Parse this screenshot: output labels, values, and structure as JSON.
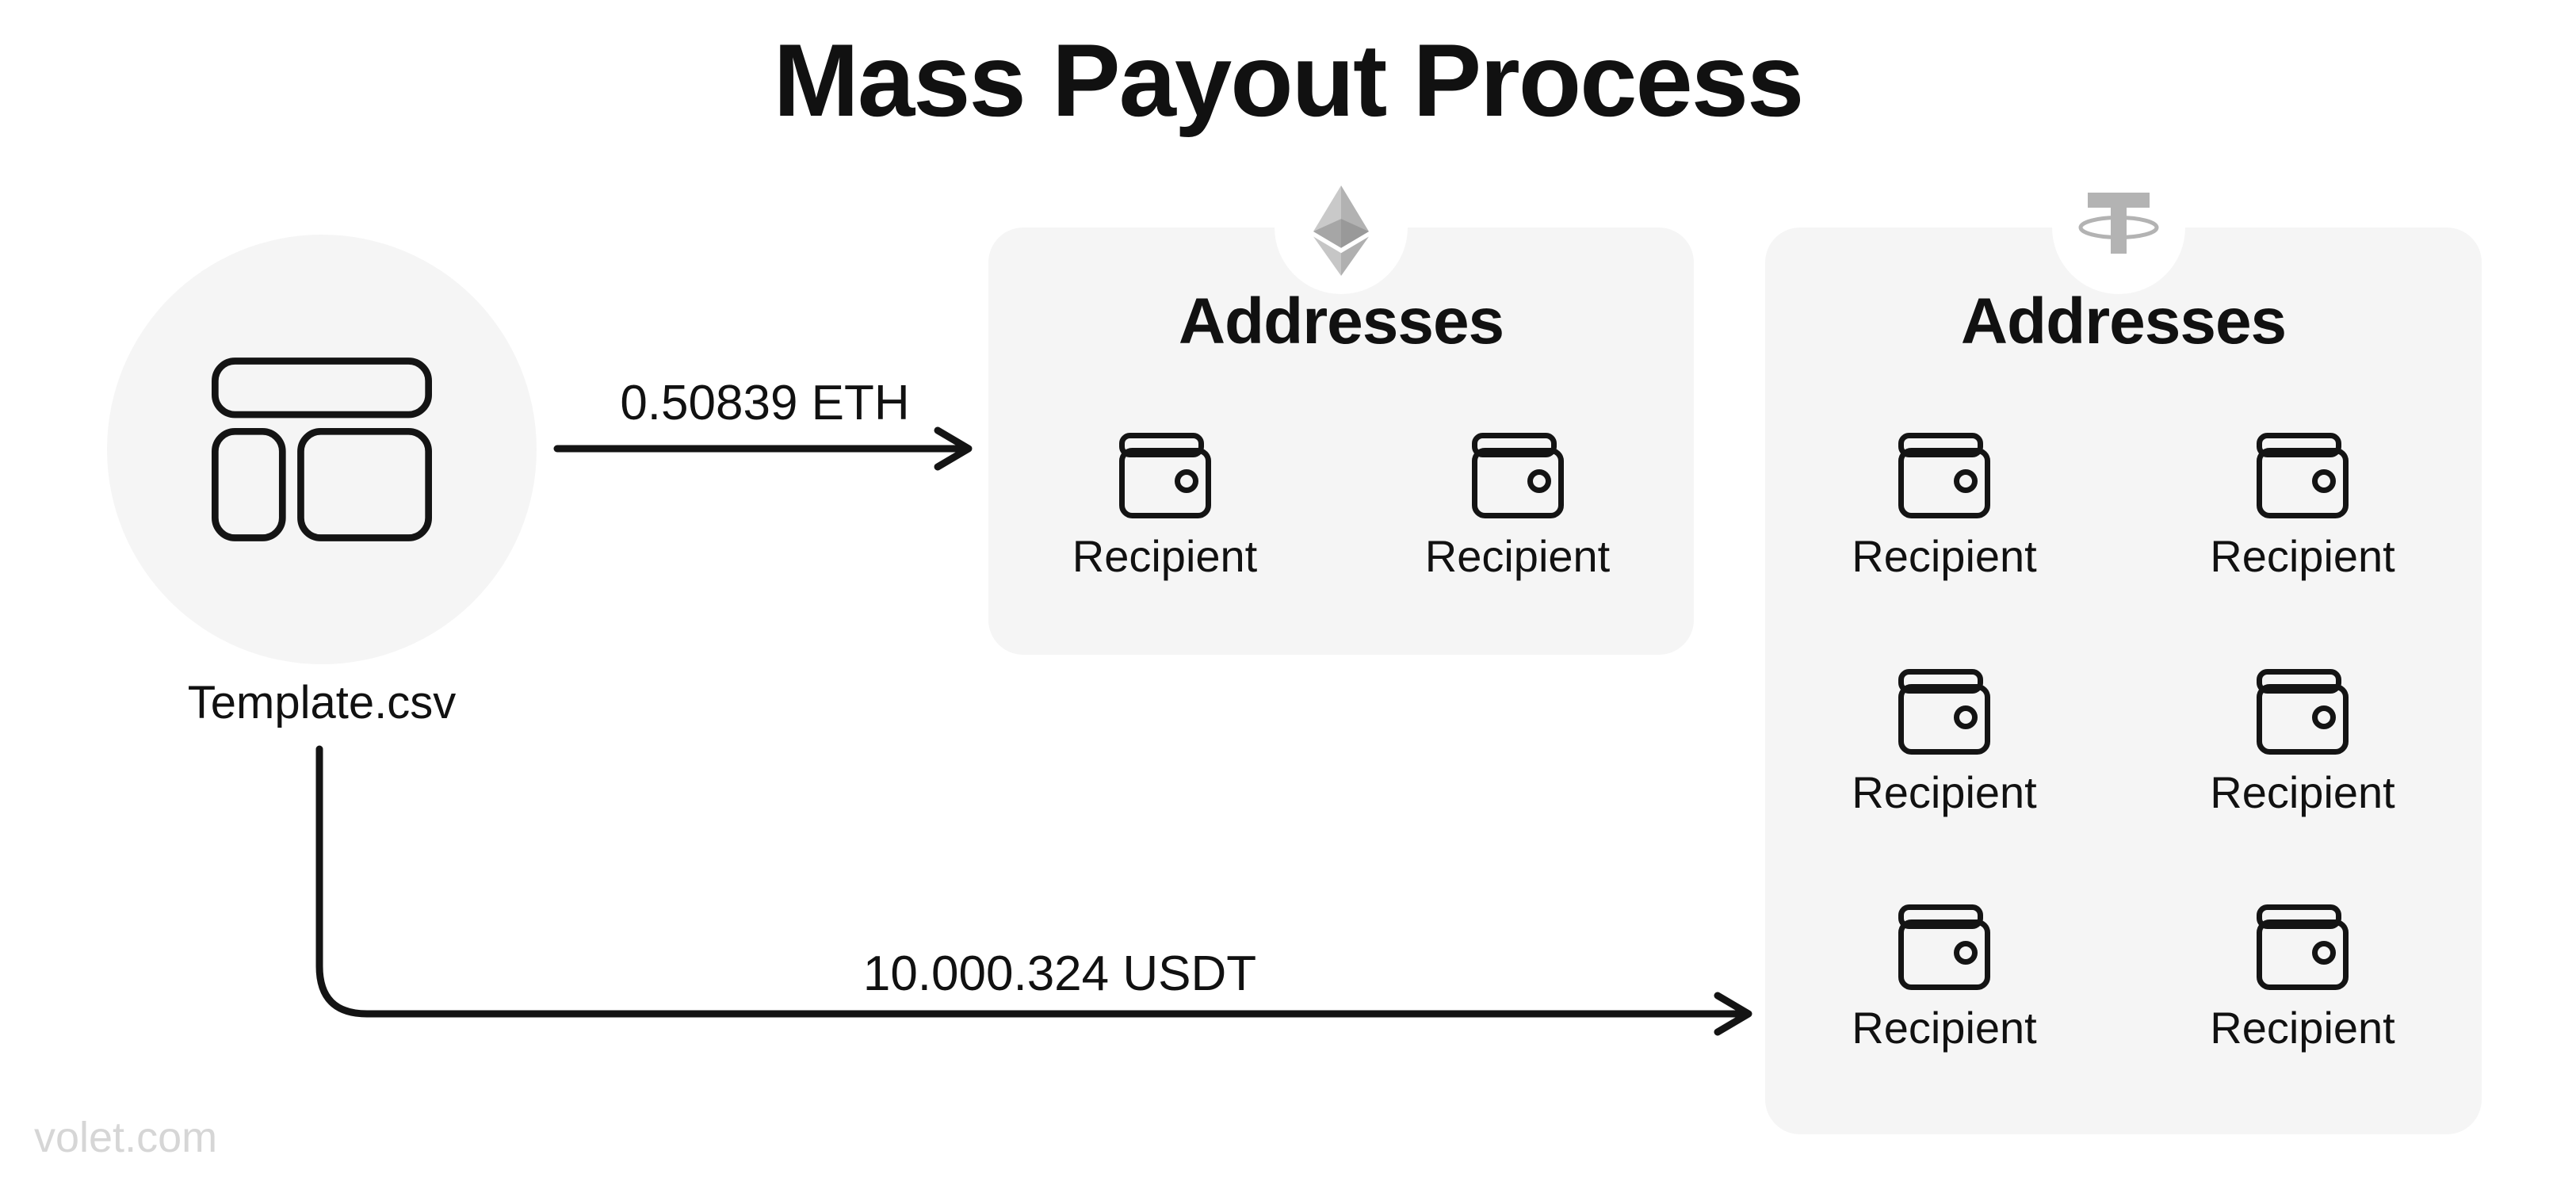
{
  "title": "Mass Payout Process",
  "watermark": "volet.com",
  "source": {
    "icon": "csv-template-icon",
    "label": "Template.csv"
  },
  "flows": [
    {
      "label": "0.50839 ETH",
      "from": "Template.csv",
      "to": "Ethereum addresses panel",
      "icon": "arrow-right"
    },
    {
      "label": "10.000.324 USDT",
      "from": "Template.csv",
      "to": "Tether addresses panel",
      "icon": "arrow-right"
    }
  ],
  "panels": {
    "eth": {
      "icon": "ethereum-icon",
      "heading": "Addresses",
      "recipients": [
        "Recipient",
        "Recipient"
      ]
    },
    "usdt": {
      "icon": "tether-icon",
      "heading": "Addresses",
      "recipients": [
        "Recipient",
        "Recipient",
        "Recipient",
        "Recipient",
        "Recipient",
        "Recipient"
      ]
    }
  },
  "icons": {
    "wallet": "wallet-icon"
  },
  "colors": {
    "background": "#ffffff",
    "panel_bg": "#f5f5f5",
    "text": "#111111",
    "line": "#141414",
    "watermark": "#d6d6d6",
    "tether_gray": "#b3b3b3",
    "eth_gray_light": "#c9c9c9",
    "eth_gray_mid": "#b2b2b2",
    "eth_gray_inner_left": "#a6a6a6",
    "eth_gray_inner_right": "#999999",
    "eth_gray_bottom_left": "#c6c6c6",
    "eth_gray_bottom_right": "#b0b0b0"
  }
}
